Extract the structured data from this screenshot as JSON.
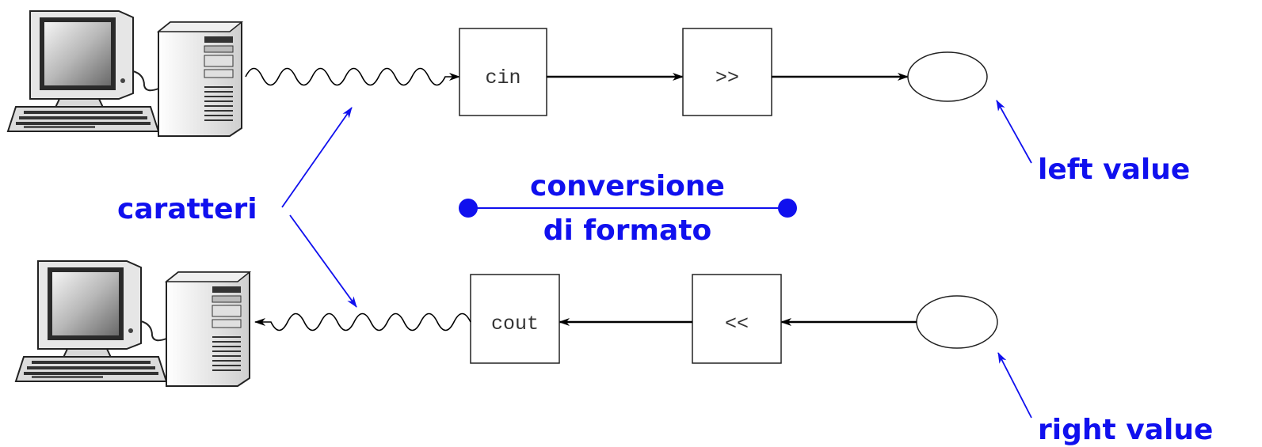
{
  "input_path": {
    "stream_label": "cin",
    "operator_label": ">>"
  },
  "output_path": {
    "stream_label": "cout",
    "operator_label": "<<"
  },
  "annotations": {
    "characters": "caratteri",
    "conversion_line1": "conversione",
    "conversion_line2": "di formato",
    "left_value": "left value",
    "right_value": "right value"
  },
  "colors": {
    "annotation": "#1010ee",
    "diagram_lines": "#000000"
  },
  "icons": {
    "computer": "desktop-computer-icon"
  }
}
